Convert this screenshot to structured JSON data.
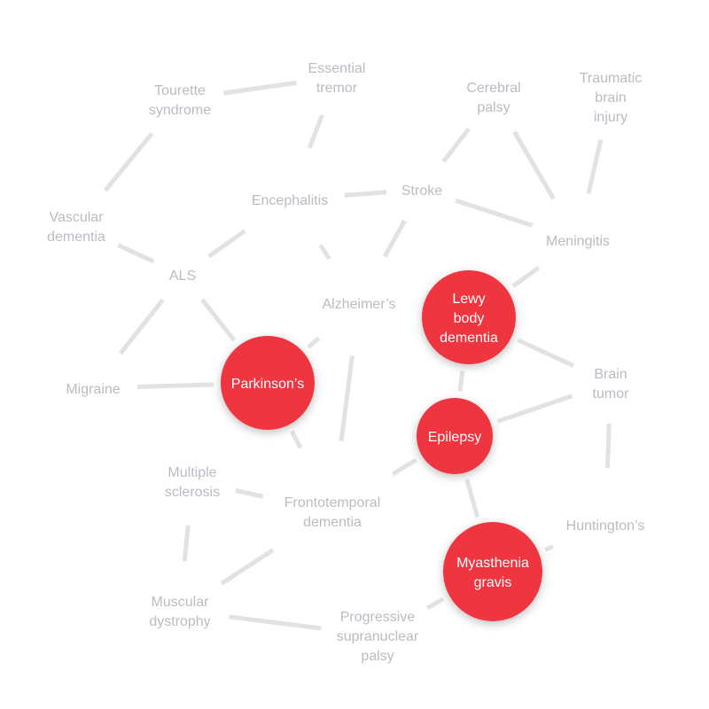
{
  "colors": {
    "edge": "#e2e2e4",
    "label": "#b9bcc1",
    "highlight": "#ee3440",
    "highlight_text": "#ffffff"
  },
  "nodes": [
    {
      "id": "tourette",
      "lines": [
        "Tourette",
        "syndrome"
      ],
      "highlight": false
    },
    {
      "id": "essential-tremor",
      "lines": [
        "Essential",
        "tremor"
      ],
      "highlight": false
    },
    {
      "id": "cerebral-palsy",
      "lines": [
        "Cerebral",
        "palsy"
      ],
      "highlight": false
    },
    {
      "id": "traumatic-brain-injury",
      "lines": [
        "Traumatic",
        "brain",
        "injury"
      ],
      "highlight": false
    },
    {
      "id": "vascular-dementia",
      "lines": [
        "Vascular",
        "dementia"
      ],
      "highlight": false
    },
    {
      "id": "encephalitis",
      "lines": [
        "Encephalitis"
      ],
      "highlight": false
    },
    {
      "id": "stroke",
      "lines": [
        "Stroke"
      ],
      "highlight": false
    },
    {
      "id": "meningitis",
      "lines": [
        "Meningitis"
      ],
      "highlight": false
    },
    {
      "id": "als",
      "lines": [
        "ALS"
      ],
      "highlight": false
    },
    {
      "id": "alzheimers",
      "lines": [
        "Alzheimer’s"
      ],
      "highlight": false
    },
    {
      "id": "lewy-body-dementia",
      "lines": [
        "Lewy",
        "body",
        "dementia"
      ],
      "highlight": true
    },
    {
      "id": "brain-tumor",
      "lines": [
        "Brain",
        "tumor"
      ],
      "highlight": false
    },
    {
      "id": "migraine",
      "lines": [
        "Migraine"
      ],
      "highlight": false
    },
    {
      "id": "parkinsons",
      "lines": [
        "Parkinson’s"
      ],
      "highlight": true
    },
    {
      "id": "epilepsy",
      "lines": [
        "Epilepsy"
      ],
      "highlight": true
    },
    {
      "id": "multiple-sclerosis",
      "lines": [
        "Multiple",
        "sclerosis"
      ],
      "highlight": false
    },
    {
      "id": "frontotemporal-dementia",
      "lines": [
        "Frontotemporal",
        "dementia"
      ],
      "highlight": false
    },
    {
      "id": "huntingtons",
      "lines": [
        "Huntington’s"
      ],
      "highlight": false
    },
    {
      "id": "myasthenia-gravis",
      "lines": [
        "Myasthenia",
        "gravis"
      ],
      "highlight": true
    },
    {
      "id": "muscular-dystrophy",
      "lines": [
        "Muscular",
        "dystrophy"
      ],
      "highlight": false
    },
    {
      "id": "progressive-supranuclear-palsy",
      "lines": [
        "Progressive",
        "supranuclear",
        "palsy"
      ],
      "highlight": false
    }
  ],
  "edges": [
    [
      "tourette",
      "essential-tremor"
    ],
    [
      "tourette",
      "vascular-dementia"
    ],
    [
      "essential-tremor",
      "encephalitis"
    ],
    [
      "cerebral-palsy",
      "stroke"
    ],
    [
      "cerebral-palsy",
      "meningitis"
    ],
    [
      "traumatic-brain-injury",
      "meningitis"
    ],
    [
      "encephalitis",
      "stroke"
    ],
    [
      "encephalitis",
      "als"
    ],
    [
      "encephalitis",
      "alzheimers"
    ],
    [
      "stroke",
      "meningitis"
    ],
    [
      "stroke",
      "alzheimers"
    ],
    [
      "vascular-dementia",
      "als"
    ],
    [
      "als",
      "migraine"
    ],
    [
      "als",
      "parkinsons"
    ],
    [
      "meningitis",
      "lewy-body-dementia"
    ],
    [
      "alzheimers",
      "parkinsons"
    ],
    [
      "alzheimers",
      "frontotemporal-dementia"
    ],
    [
      "lewy-body-dementia",
      "brain-tumor"
    ],
    [
      "lewy-body-dementia",
      "epilepsy"
    ],
    [
      "migraine",
      "parkinsons"
    ],
    [
      "parkinsons",
      "frontotemporal-dementia"
    ],
    [
      "brain-tumor",
      "epilepsy"
    ],
    [
      "brain-tumor",
      "huntingtons"
    ],
    [
      "epilepsy",
      "frontotemporal-dementia"
    ],
    [
      "epilepsy",
      "myasthenia-gravis"
    ],
    [
      "multiple-sclerosis",
      "frontotemporal-dementia"
    ],
    [
      "multiple-sclerosis",
      "muscular-dystrophy"
    ],
    [
      "frontotemporal-dementia",
      "muscular-dystrophy"
    ],
    [
      "frontotemporal-dementia",
      "progressive-supranuclear-palsy"
    ],
    [
      "huntingtons",
      "myasthenia-gravis"
    ],
    [
      "myasthenia-gravis",
      "progressive-supranuclear-palsy"
    ],
    [
      "muscular-dystrophy",
      "progressive-supranuclear-palsy"
    ]
  ]
}
